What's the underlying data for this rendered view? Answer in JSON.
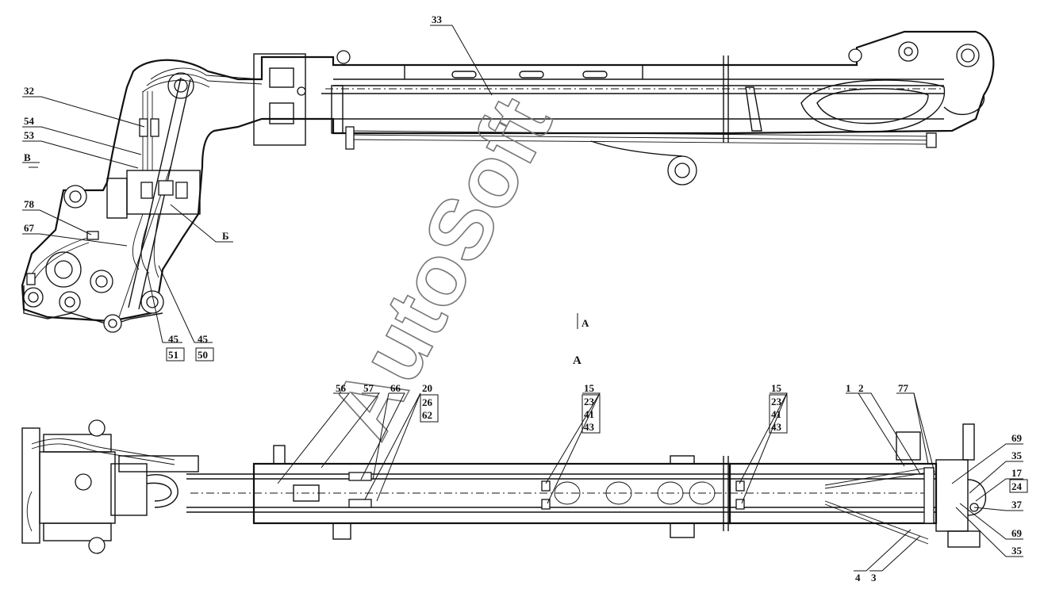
{
  "watermark": "AutoSoft",
  "view_marker": "А",
  "view_title": "А",
  "upper_labels": {
    "l33": "33",
    "l32": "32",
    "l54": "54",
    "l53": "53",
    "lB": "В",
    "l78": "78",
    "l67": "67",
    "lBe": "Б",
    "l45a": "45",
    "l51": "51",
    "l45b": "45",
    "l50": "50"
  },
  "lower_labels": {
    "l56": "56",
    "l57": "57",
    "l66": "66",
    "l20": "20",
    "l26": "26",
    "l62": "62",
    "l15a": "15",
    "l23a": "23",
    "l41a": "41",
    "l43a": "43",
    "l15b": "15",
    "l23b": "23",
    "l41b": "41",
    "l43b": "43",
    "l1": "1",
    "l2": "2",
    "l77": "77",
    "l69a": "69",
    "l35a": "35",
    "l17": "17",
    "l24": "24",
    "l37": "37",
    "l69b": "69",
    "l35b": "35",
    "l4": "4",
    "l3": "3"
  }
}
